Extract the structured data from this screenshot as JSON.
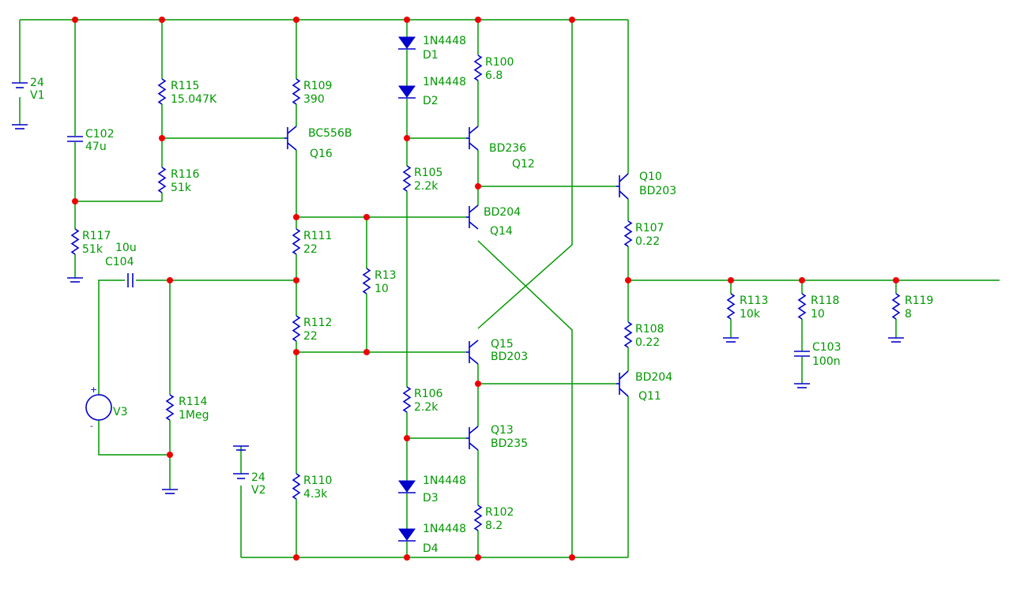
{
  "components": [
    {
      "id": "v1",
      "type": "battery",
      "labels": [
        "24",
        "V1"
      ]
    },
    {
      "id": "v2",
      "type": "battery",
      "labels": [
        "24",
        "V2"
      ]
    },
    {
      "id": "v3",
      "type": "source",
      "labels": [
        "V3"
      ]
    },
    {
      "id": "c102",
      "type": "capacitor",
      "labels": [
        "C102",
        "47u"
      ]
    },
    {
      "id": "c104",
      "type": "capacitor",
      "labels": [
        "10u",
        "C104"
      ]
    },
    {
      "id": "c103",
      "type": "capacitor",
      "labels": [
        "C103",
        "100n"
      ]
    },
    {
      "id": "r115",
      "type": "resistor",
      "labels": [
        "R115",
        "15.047K"
      ]
    },
    {
      "id": "r116",
      "type": "resistor",
      "labels": [
        "R116",
        "51k"
      ]
    },
    {
      "id": "r117",
      "type": "resistor",
      "labels": [
        "R117",
        "51k"
      ]
    },
    {
      "id": "r114",
      "type": "resistor",
      "labels": [
        "R114",
        "1Meg"
      ]
    },
    {
      "id": "r109",
      "type": "resistor",
      "labels": [
        "R109",
        "390"
      ]
    },
    {
      "id": "r111",
      "type": "resistor",
      "labels": [
        "R111",
        "22"
      ]
    },
    {
      "id": "r112",
      "type": "resistor",
      "labels": [
        "R112",
        "22"
      ]
    },
    {
      "id": "r110",
      "type": "resistor",
      "labels": [
        "R110",
        "4.3k"
      ]
    },
    {
      "id": "r13",
      "type": "resistor",
      "labels": [
        "R13",
        "10"
      ]
    },
    {
      "id": "r105",
      "type": "resistor",
      "labels": [
        "R105",
        "2.2k"
      ]
    },
    {
      "id": "r106",
      "type": "resistor",
      "labels": [
        "R106",
        "2.2k"
      ]
    },
    {
      "id": "r100",
      "type": "resistor",
      "labels": [
        "R100",
        "6.8"
      ]
    },
    {
      "id": "r102",
      "type": "resistor",
      "labels": [
        "R102",
        "8.2"
      ]
    },
    {
      "id": "r107",
      "type": "resistor",
      "labels": [
        "R107",
        "0.22"
      ]
    },
    {
      "id": "r108",
      "type": "resistor",
      "labels": [
        "R108",
        "0.22"
      ]
    },
    {
      "id": "r113",
      "type": "resistor",
      "labels": [
        "R113",
        "10k"
      ]
    },
    {
      "id": "r118",
      "type": "resistor",
      "labels": [
        "R118",
        "10"
      ]
    },
    {
      "id": "r119",
      "type": "resistor",
      "labels": [
        "R119",
        "8"
      ]
    },
    {
      "id": "d1",
      "type": "diode",
      "labels": [
        "1N4448",
        "D1"
      ]
    },
    {
      "id": "d2",
      "type": "diode",
      "labels": [
        "1N4448",
        "D2"
      ]
    },
    {
      "id": "d3",
      "type": "diode",
      "labels": [
        "1N4448",
        "D3"
      ]
    },
    {
      "id": "d4",
      "type": "diode",
      "labels": [
        "1N4448",
        "D4"
      ]
    },
    {
      "id": "q16",
      "type": "pnp",
      "labels": [
        "BC556B",
        "Q16"
      ]
    },
    {
      "id": "q12",
      "type": "pnp",
      "labels": [
        "BD236",
        "Q12"
      ]
    },
    {
      "id": "q14",
      "type": "pnp",
      "labels": [
        "BD204",
        "Q14"
      ]
    },
    {
      "id": "q15",
      "type": "npn",
      "labels": [
        "Q15",
        "BD203"
      ]
    },
    {
      "id": "q13",
      "type": "npn",
      "labels": [
        "Q13",
        "BD235"
      ]
    },
    {
      "id": "q10",
      "type": "npn",
      "labels": [
        "Q10",
        "BD203"
      ]
    },
    {
      "id": "q11",
      "type": "pnp",
      "labels": [
        "BD204",
        "Q11"
      ]
    }
  ],
  "source_polarity": [
    "+",
    "-"
  ],
  "colors": {
    "wire": "#009900",
    "component": "#0000cc",
    "node": "#ee0000",
    "background": "#ffffff"
  }
}
